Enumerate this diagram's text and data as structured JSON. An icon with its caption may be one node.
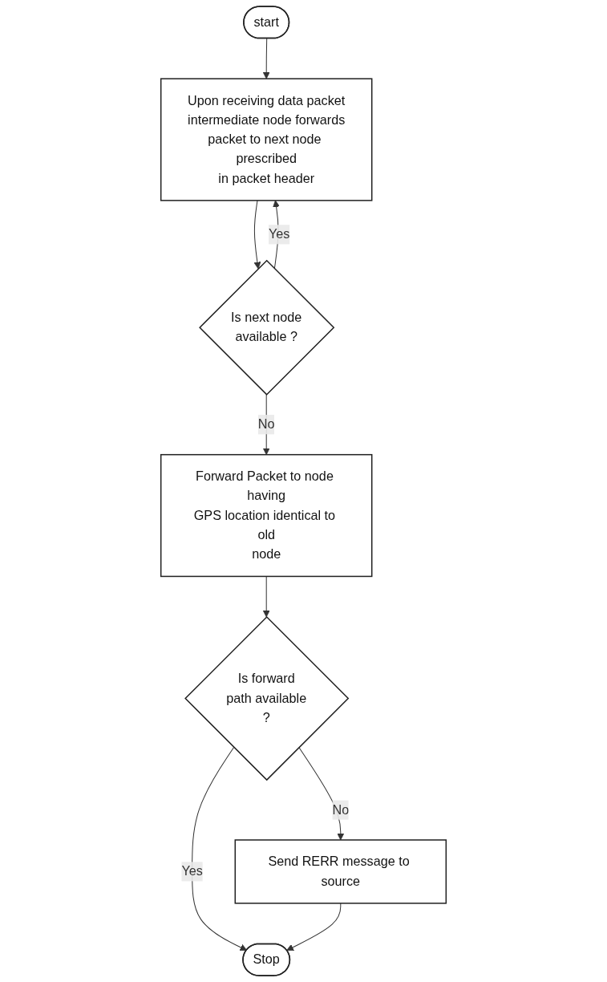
{
  "diagram": {
    "nodes": [
      {
        "text": [
          "start"
        ]
      },
      {
        "text": [
          "Upon receiving data packet intermediate node forwards packet to next node prescribed in packet header"
        ]
      },
      {
        "text": [
          "Is next node available ?"
        ]
      },
      {
        "text": [
          "Forward Packet to node having GPS location identical to old node"
        ]
      },
      {
        "text": [
          "Is forward path available ?"
        ]
      },
      {
        "text": [
          "Send RERR message to source"
        ]
      },
      {
        "text": [
          "Stop"
        ]
      }
    ],
    "edges": [
      {
        "from": 0,
        "to": 1,
        "arrow": "to"
      },
      {
        "from": 1,
        "to": 2,
        "arrow": "to"
      },
      {
        "from": 2,
        "to": 1,
        "arrow": "to",
        "label": "Yes"
      },
      {
        "from": 2,
        "to": 3,
        "arrow": "to",
        "label": "No"
      },
      {
        "from": 3,
        "to": 4,
        "arrow": "to"
      },
      {
        "from": 4,
        "to": 5,
        "arrow": "to",
        "label": "No"
      },
      {
        "from": 4,
        "to": 6,
        "arrow": "to",
        "label": "Yes"
      },
      {
        "from": 5,
        "to": 6,
        "arrow": "to"
      }
    ]
  }
}
